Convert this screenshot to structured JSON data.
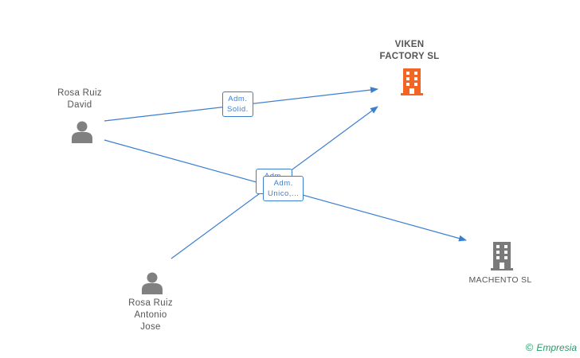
{
  "nodes": {
    "person_david": {
      "label": "Rosa Ruiz\nDavid"
    },
    "person_antonio": {
      "label": "Rosa Ruiz\nAntonio\nJose"
    },
    "company_viken": {
      "label": "VIKEN\nFACTORY SL"
    },
    "company_machento": {
      "label": "MACHENTO SL"
    }
  },
  "edges": {
    "david_viken": {
      "label": "Adm.\nSolid."
    },
    "back": {
      "label": "Adm."
    },
    "front": {
      "label": "Adm.\nUnico,..."
    }
  },
  "watermark": {
    "symbol": "©",
    "brand": "Empresia"
  },
  "colors": {
    "edge": "#3c7fd1",
    "person": "#808080",
    "company_main": "#f26522",
    "company_secondary": "#7a7a7a"
  }
}
